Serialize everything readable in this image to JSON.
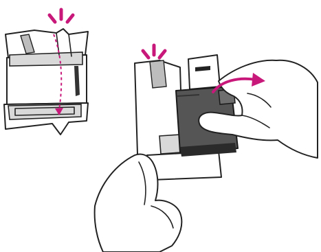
{
  "illustration": {
    "accent_color": "#c8197b",
    "line_color": "#222222",
    "panels": [
      {
        "id": "package-opening",
        "depicts": "ink-cartridge-package-tear-along-dashed-line",
        "icons": [
          "press-marks-icon",
          "dashed-tear-arrow-icon"
        ]
      },
      {
        "id": "remove-cartridge",
        "depicts": "hands-pulling-cartridge-out-of-opened-package",
        "icons": [
          "press-marks-icon",
          "curved-motion-arrow-icon"
        ]
      }
    ]
  }
}
